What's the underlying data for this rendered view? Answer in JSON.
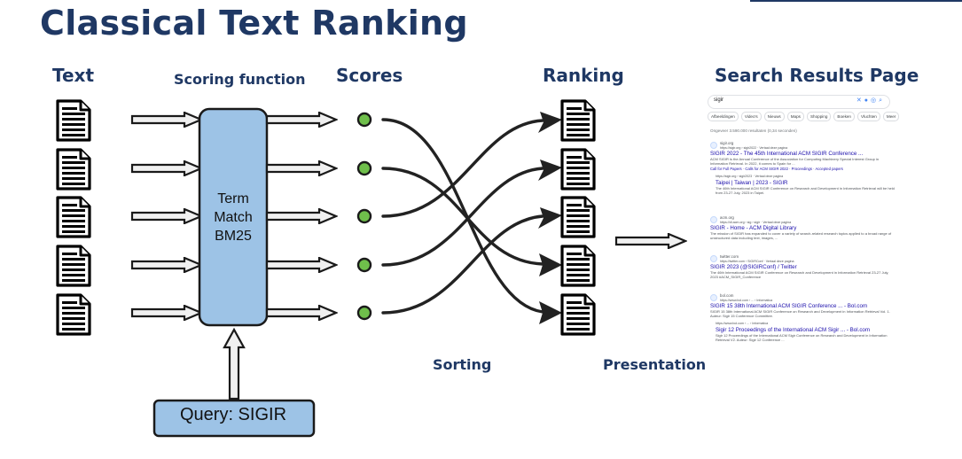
{
  "title": "Classical Text Ranking",
  "headers": {
    "text": "Text",
    "scoring_function": "Scoring function",
    "scores": "Scores",
    "ranking": "Ranking",
    "search_results_page": "Search Results Page",
    "sorting": "Sorting",
    "presentation": "Presentation"
  },
  "scoring_box": {
    "line1": "Term",
    "line2": "Match",
    "line3": "BM25"
  },
  "query": "Query: SIGIR",
  "colors": {
    "title": "#1f3864",
    "box_fill": "#9dc3e6",
    "score_dot": "#6fbf4b",
    "arrow": "#222222"
  },
  "serp": {
    "query": "sigir",
    "icons": [
      "close-icon",
      "mic-icon",
      "lens-icon",
      "search-icon"
    ],
    "chips": [
      "Afbeeldingen",
      "Video's",
      "Nieuws",
      "Maps",
      "Shopping",
      "Boeken",
      "Vluchten",
      "Meer"
    ],
    "stats": "Ongeveer 3.590.000 resultaten (0,34 seconden)",
    "results": [
      {
        "source": "sigir.org",
        "url": "https://sigir.org › sigir2022 · Vertaal deze pagina",
        "title": "SIGIR 2022 - The 45th International ACM SIGIR Conference ...",
        "snippet": "ACM SIGIR is the Annual Conference of the Association for Computing Machinery Special Interest Group in Information Retrieval. In 2022, it comes to Spain for ...",
        "sitelinks": "Call for Full Papers · Calls for ACM SIGIR 2022 · Proceedings · Accepted papers",
        "sub": {
          "url": "https://sigir.org › sigir2023 · Vertaal deze pagina",
          "title": "Taipei | Taiwan | 2023 - SIGIR",
          "snippet": "The 46th International ACM SIGIR Conference on Research and Development in Information Retrieval will be held from 23-27 July, 2023 in Taipei."
        }
      },
      {
        "source": "acm.org",
        "url": "https://dl.acm.org › sig › sigir · Vertaal deze pagina",
        "title": "SIGIR - Home - ACM Digital Library",
        "snippet": "The mission of SIGIR has expanded to cover a variety of search-related research topics applied to a broad range of unstructured data including text, images, ..."
      },
      {
        "source": "twitter.com",
        "url": "https://twitter.com › SIGIRConf · Vertaal deze pagina",
        "title": "SIGIR 2023 (@SIGIRConf) / Twitter",
        "snippet": "The 46th International ACM SIGIR Conference on Research and Development in Information Retrieval 23-27 July, 2023 #ACM_SIGIR_Conference"
      },
      {
        "source": "bol.com",
        "url": "https://www.bol.com › ... › Informatica",
        "title": "SIGIR 15 38th International ACM SIGIR Conference ... - Bol.com",
        "snippet": "SIGIR 15 38th International ACM SIGIR Conference on Research and Development in Information Retrieval Vol. 1. Auteur: Sigir 15 Conference Committee.",
        "sub": {
          "url": "https://www.bol.com › ... › Informatica",
          "title": "Sigir 12 Proceedings of the International ACM Sigir ... - Bol.com",
          "snippet": "Sigir 12 Proceedings of the International ACM Sigir Conference on Research and Development in Information Retrieval V2. Auteur: Sigir 12 Conference ..."
        }
      }
    ]
  }
}
